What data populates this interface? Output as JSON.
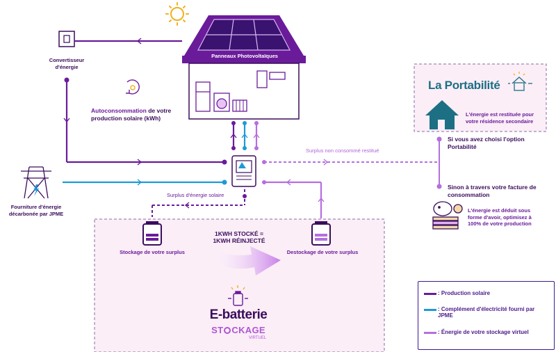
{
  "roof_label": "Panneaux Photovoltaïques",
  "converter_label": "Convertisseur d'énergie",
  "autoconso": {
    "bold": "Autoconsommation",
    "rest": "de votre",
    "line2": "production solaire (kWh)"
  },
  "supply_label": "Fourniture d'énergie décarbonée par JPME",
  "surplus_restitue": "Surplus non consommé restitué",
  "surplus_solaire": "Surplus d'énergie solaire",
  "portabilite": {
    "title": "La Portabilité",
    "text": "L'énergie est restituée pour votre résidence secondaire"
  },
  "option_portabilite": "Si vous avez choisi l'option Portabilité",
  "facture": "Sinon à travers votre facture de consommation",
  "avoir_text": "L'énergie est déduit sous forme d'avoir, optimisez à 100% de votre production",
  "stockage_label": "Stockage de votre surplus",
  "destockage_label": "Destockage de votre surplus",
  "kwh_text": {
    "line1": "1KWH STOCKÉ =",
    "line2": "1KWH RÉINJECTÉ"
  },
  "ebatterie": {
    "title": "E-batterie",
    "stockage_left": "ST",
    "stockage_right": "CKAGE",
    "virtuel": "VIRTUEL"
  },
  "legend": [
    {
      "color": "#6a1b9a",
      "label": ": Production solaire"
    },
    {
      "color": "#1e9ad6",
      "label": ": Complément d'électricité fourni par JPME"
    },
    {
      "color": "#b56ee0",
      "label": ": Énergie de votre stockage virtuel"
    }
  ],
  "colors": {
    "production": "#6a1b9a",
    "complement": "#1e9ad6",
    "stockage": "#b56ee0",
    "teal": "#1d6f84",
    "sun": "#f2b01e",
    "pink_bg": "#fbeef7"
  }
}
